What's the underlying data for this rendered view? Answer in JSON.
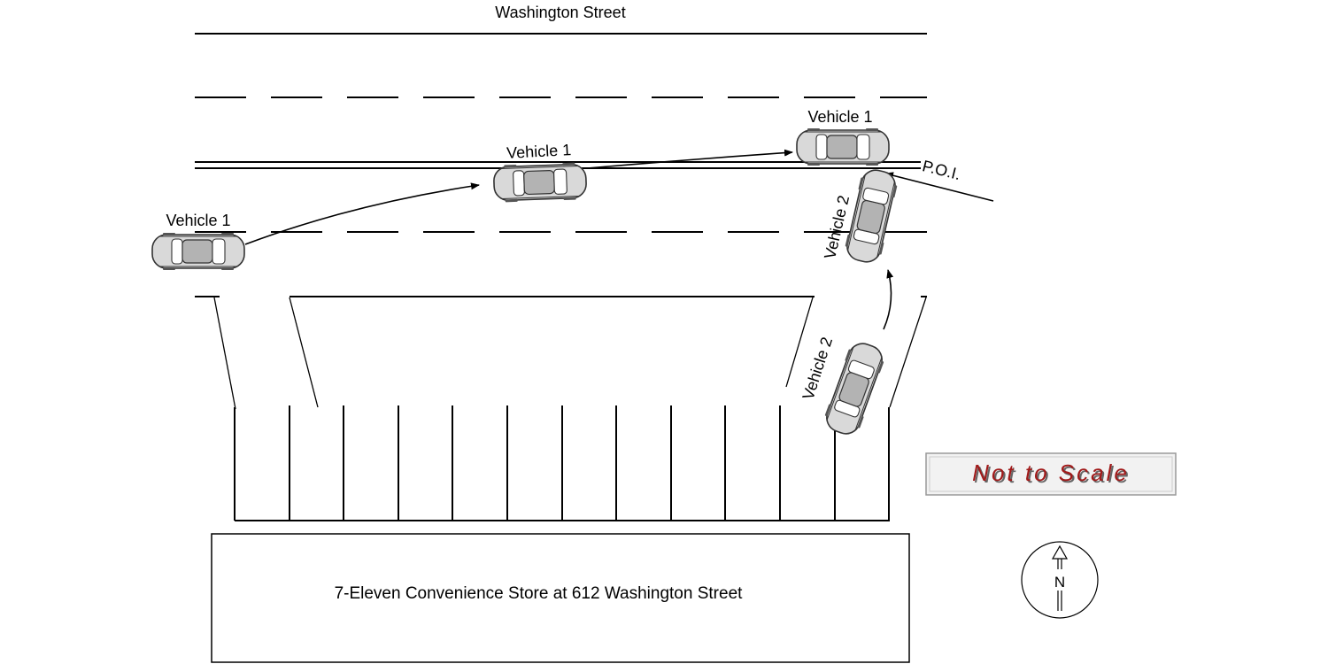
{
  "street_label": "Washington Street",
  "store_label": "7-Eleven Convenience Store at 612 Washington Street",
  "vehicles": {
    "vehicle_1_positions": [
      "Vehicle 1",
      "Vehicle 1",
      "Vehicle 1"
    ],
    "vehicle_2_positions": [
      "Vehicle 2",
      "Vehicle 2"
    ]
  },
  "poi_label": "P.O.I.",
  "scale_note": "Not to Scale",
  "compass": {
    "north_label": "N",
    "icon": "north-arrow-icon"
  },
  "colors": {
    "scale_text": "#a11a1a",
    "scale_shadow": "#666666",
    "vehicle_fill": "#d9d9d9",
    "vehicle_roof": "#b3b3b3"
  }
}
